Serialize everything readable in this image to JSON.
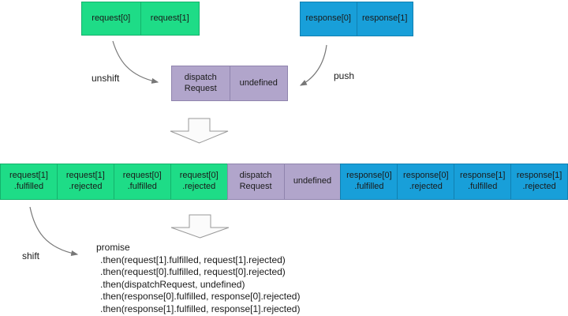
{
  "colors": {
    "green": "#1edc87",
    "green_border": "#14b26c",
    "blue": "#189fd9",
    "blue_border": "#1180b1",
    "purple": "#b1a5cb",
    "purple_border": "#8f84ad",
    "text": "#1a1a1a",
    "arrow": "#777777",
    "shape_fill": "#fbfbfb",
    "shape_border": "#999999"
  },
  "request_queue": {
    "cells": [
      "request[0]",
      "request[1]"
    ]
  },
  "response_queue": {
    "cells": [
      "response[0]",
      "response[1]"
    ]
  },
  "dispatch_box": {
    "cell1_line1": "dispatch",
    "cell1_line2": "Request",
    "cell2": "undefined"
  },
  "labels": {
    "unshift": "unshift",
    "push": "push",
    "shift": "shift"
  },
  "merged_queue": {
    "cells": [
      {
        "line1": "request[1]",
        "line2": ".fulfilled"
      },
      {
        "line1": "request[1]",
        "line2": ".rejected"
      },
      {
        "line1": "request[0]",
        "line2": ".fulfilled"
      },
      {
        "line1": "request[0]",
        "line2": ".rejected"
      },
      {
        "line1": "dispatch",
        "line2": "Request"
      },
      {
        "line1": "undefined",
        "line2": ""
      },
      {
        "line1": "response[0]",
        "line2": ".fulfilled"
      },
      {
        "line1": "response[0]",
        "line2": ".rejected"
      },
      {
        "line1": "response[1]",
        "line2": ".fulfilled"
      },
      {
        "line1": "response[1]",
        "line2": ".rejected"
      }
    ]
  },
  "promise_block": {
    "title": "promise",
    "lines": [
      ".then(request[1].fulfilled, request[1].rejected)",
      ".then(request[0].fulfilled, request[0].rejected)",
      ".then(dispatchRequest, undefined)",
      ".then(response[0].fulfilled, response[0].rejected)",
      ".then(response[1].fulfilled, response[1].rejected)"
    ]
  }
}
